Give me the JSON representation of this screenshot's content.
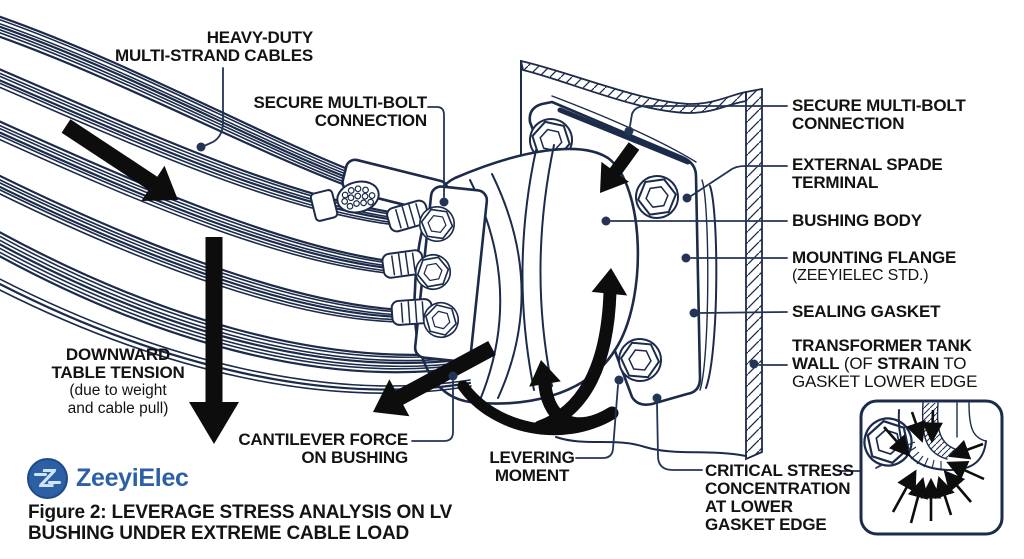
{
  "labels": {
    "heavy_duty": {
      "l1": "HEAVY-DUTY",
      "l2": "MULTI-STRAND CABLES"
    },
    "secure_left": {
      "l1": "SECURE MULTI-BOLT",
      "l2": "CONNECTION"
    },
    "secure_right": {
      "l1": "SECURE MULTI-BOLT",
      "l2": "CONNECTION"
    },
    "spade": {
      "l1": "EXTERNAL SPADE",
      "l2": "TERMINAL"
    },
    "bushing": {
      "l1": "BUSHING BODY"
    },
    "flange": {
      "l1": "MOUNTING FLANGE",
      "l2": "(ZEEYIELEC STD.)"
    },
    "gasket": {
      "l1": "SEALING GASKET"
    },
    "wall": {
      "l1": "TRANSFORMER TANK",
      "l2a": "WALL",
      "l2b": " (OF ",
      "l2c": "STRAIN",
      "l2d": " TO",
      "l3": "GASKET LOWER EDGE"
    },
    "downward": {
      "l1": "DOWNWARD",
      "l2": "TABLE TENSION",
      "l3": "(due to weight",
      "l4": "and cable pull)"
    },
    "cantilever": {
      "l1": "CANTILEVER FORCE",
      "l2": "ON BUSHING"
    },
    "levering": {
      "l1": "LEVERING",
      "l2": "MOMENT"
    },
    "critical": {
      "l1": "CRITICAL STRESS",
      "l2": "CONCENTRATION",
      "l3": "AT LOWER",
      "l4": "GASKET EDGE"
    }
  },
  "branding": {
    "name": "ZeeyiElec",
    "mark": "Z"
  },
  "caption": {
    "l1": "Figure 2: LEVERAGE STRESS ANALYSIS ON LV",
    "l2": "BUSHING UNDER EXTREME CABLE LOAD"
  },
  "colors": {
    "line_art": "#1c2b4a",
    "arrows": "#0d0d0d",
    "leader": "#233457",
    "text": "#131313",
    "logo_blue": "#2b5fa7"
  }
}
